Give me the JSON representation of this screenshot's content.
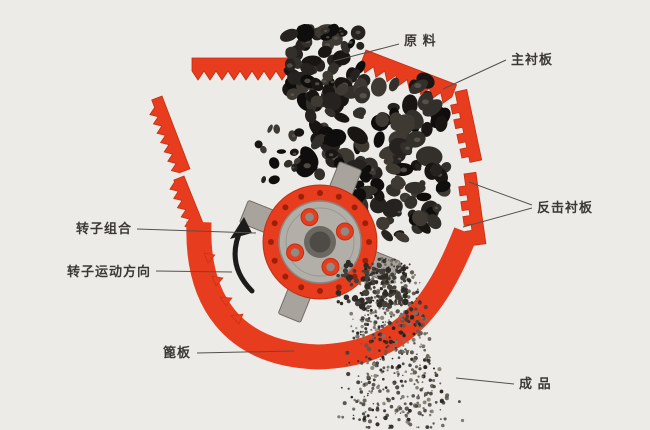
{
  "diagram": {
    "title": "impact-crusher-working-principle",
    "labels": {
      "raw_material": "原 料",
      "main_liner": "主衬板",
      "impact_liner": "反击衬板",
      "rotor_assembly": "转子组合",
      "rotor_direction": "转子运动方向",
      "grate_plate": "篦板",
      "finished_product": "成 品"
    },
    "colors": {
      "background": "#edebe7",
      "housing": "#e73c1d",
      "housing_edge": "#c22f12",
      "bolt_dot": "#9c2008",
      "metal": "#b2aea8",
      "metal_dark": "#8a8680",
      "hammer": "#a8a49d",
      "hammer_edge": "#716d66",
      "hub_outer": "#6b6761",
      "hub_inner": "#4e4a45",
      "arrow": "#1d1b19",
      "label_text": "#3b3835",
      "label_line": "#55514d"
    }
  }
}
